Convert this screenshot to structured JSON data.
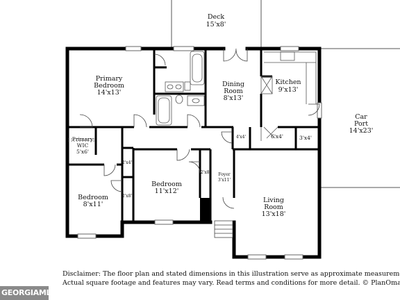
{
  "rooms": {
    "deck": {
      "name": "Deck",
      "dims": "15'x8'"
    },
    "primary_bedroom": {
      "name1": "Primary",
      "name2": "Bedroom",
      "dims": "14'x13'"
    },
    "dining_room": {
      "name1": "Dining",
      "name2": "Room",
      "dims": "8'x13'"
    },
    "kitchen": {
      "name": "Kitchen",
      "dims": "9'x13'"
    },
    "car_port": {
      "name1": "Car",
      "name2": "Port",
      "dims": "14'x23'"
    },
    "primary_wic": {
      "name1": "Primary",
      "name2": "WIC",
      "dims": "5'x6'"
    },
    "closet_4x4": {
      "dims": "4'x4'"
    },
    "pantry_6x4": {
      "dims": "6'x4'"
    },
    "closet_3x4": {
      "dims": "3'x4'"
    },
    "closet_2x4": {
      "dims": "2'x4'"
    },
    "closet_2x8_right": {
      "dims": "2'x8'"
    },
    "closet_2x8_left": {
      "dims": "2'x8'"
    },
    "foyer": {
      "name": "Foyer",
      "dims": "3'x11'"
    },
    "bedroom_11x12": {
      "name": "Bedroom",
      "dims": "11'x12'"
    },
    "bedroom_8x11": {
      "name": "Bedroom",
      "dims": "8'x11'"
    },
    "living_room": {
      "name1": "Living",
      "name2": "Room",
      "dims": "13'x18'"
    }
  },
  "disclaimer": {
    "line1": "Disclaimer: The floor plan and stated dimensions in this illustration serve as approximate measurements.",
    "line2": "Actual square footage and features may vary. Read terms and conditions for more detail. © PlanOmatic"
  },
  "logo": {
    "text": "GEORGIAMLS"
  }
}
